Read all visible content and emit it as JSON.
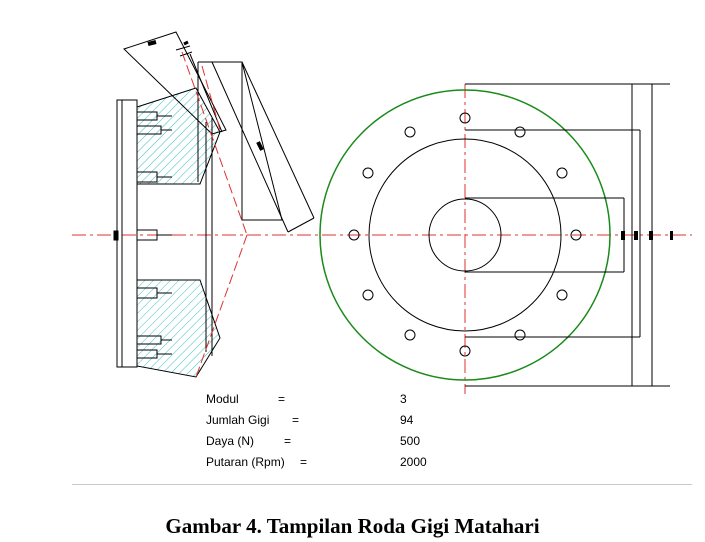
{
  "parameters": [
    {
      "label": "Modul",
      "eq": "=",
      "value": "3"
    },
    {
      "label": "Jumlah Gigi",
      "eq": "=",
      "value": "94"
    },
    {
      "label": "Daya (N)",
      "eq": "=",
      "value": "500"
    },
    {
      "label": "Putaran (Rpm)",
      "eq": "=",
      "value": "2000"
    }
  ],
  "caption": "Gambar 4. Tampilan Roda Gigi Matahari",
  "colors": {
    "outline": "#000000",
    "centerline": "#e03030",
    "pitch_circle": "#1a8a1a",
    "hatch": "#3fc0c0"
  }
}
